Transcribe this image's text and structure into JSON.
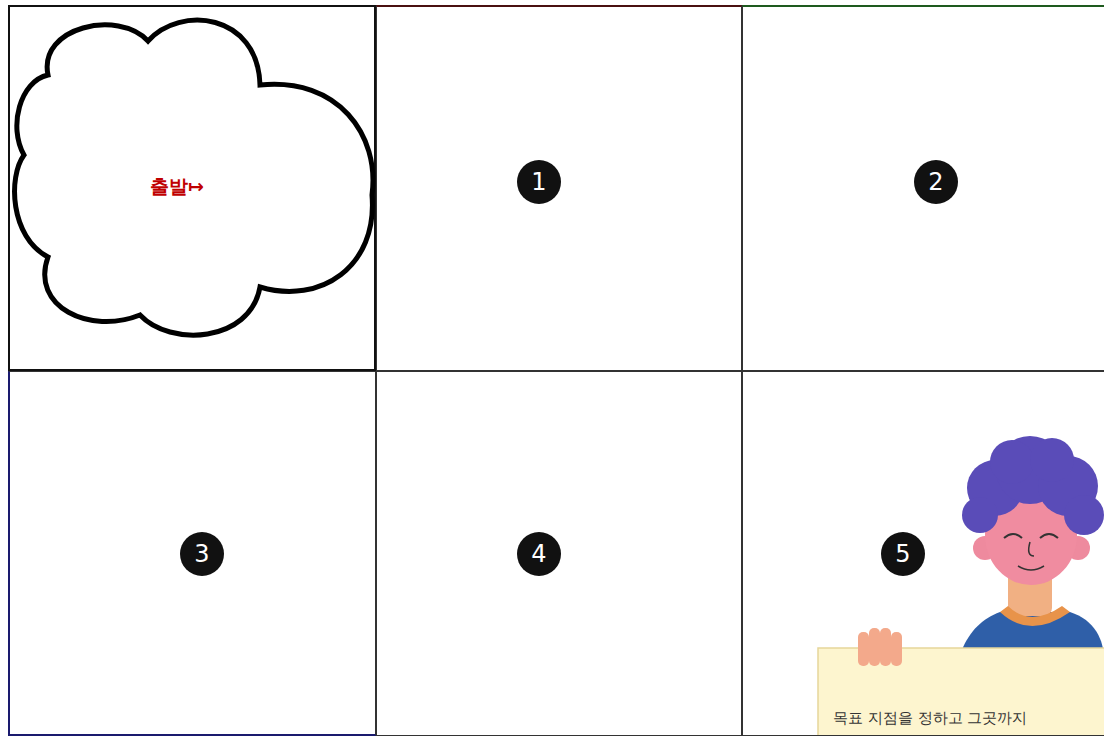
{
  "diagram": {
    "nodes": [
      {
        "text": [
          "출발↦"
        ]
      },
      {
        "text": [
          "1"
        ]
      },
      {
        "text": [
          "2"
        ]
      },
      {
        "text": [
          "3"
        ]
      },
      {
        "text": [
          "4"
        ]
      },
      {
        "text": [
          "5"
        ]
      },
      {
        "text": [
          "목표 지점을 정하고 그곳까지"
        ],
        "in": 5
      }
    ]
  }
}
